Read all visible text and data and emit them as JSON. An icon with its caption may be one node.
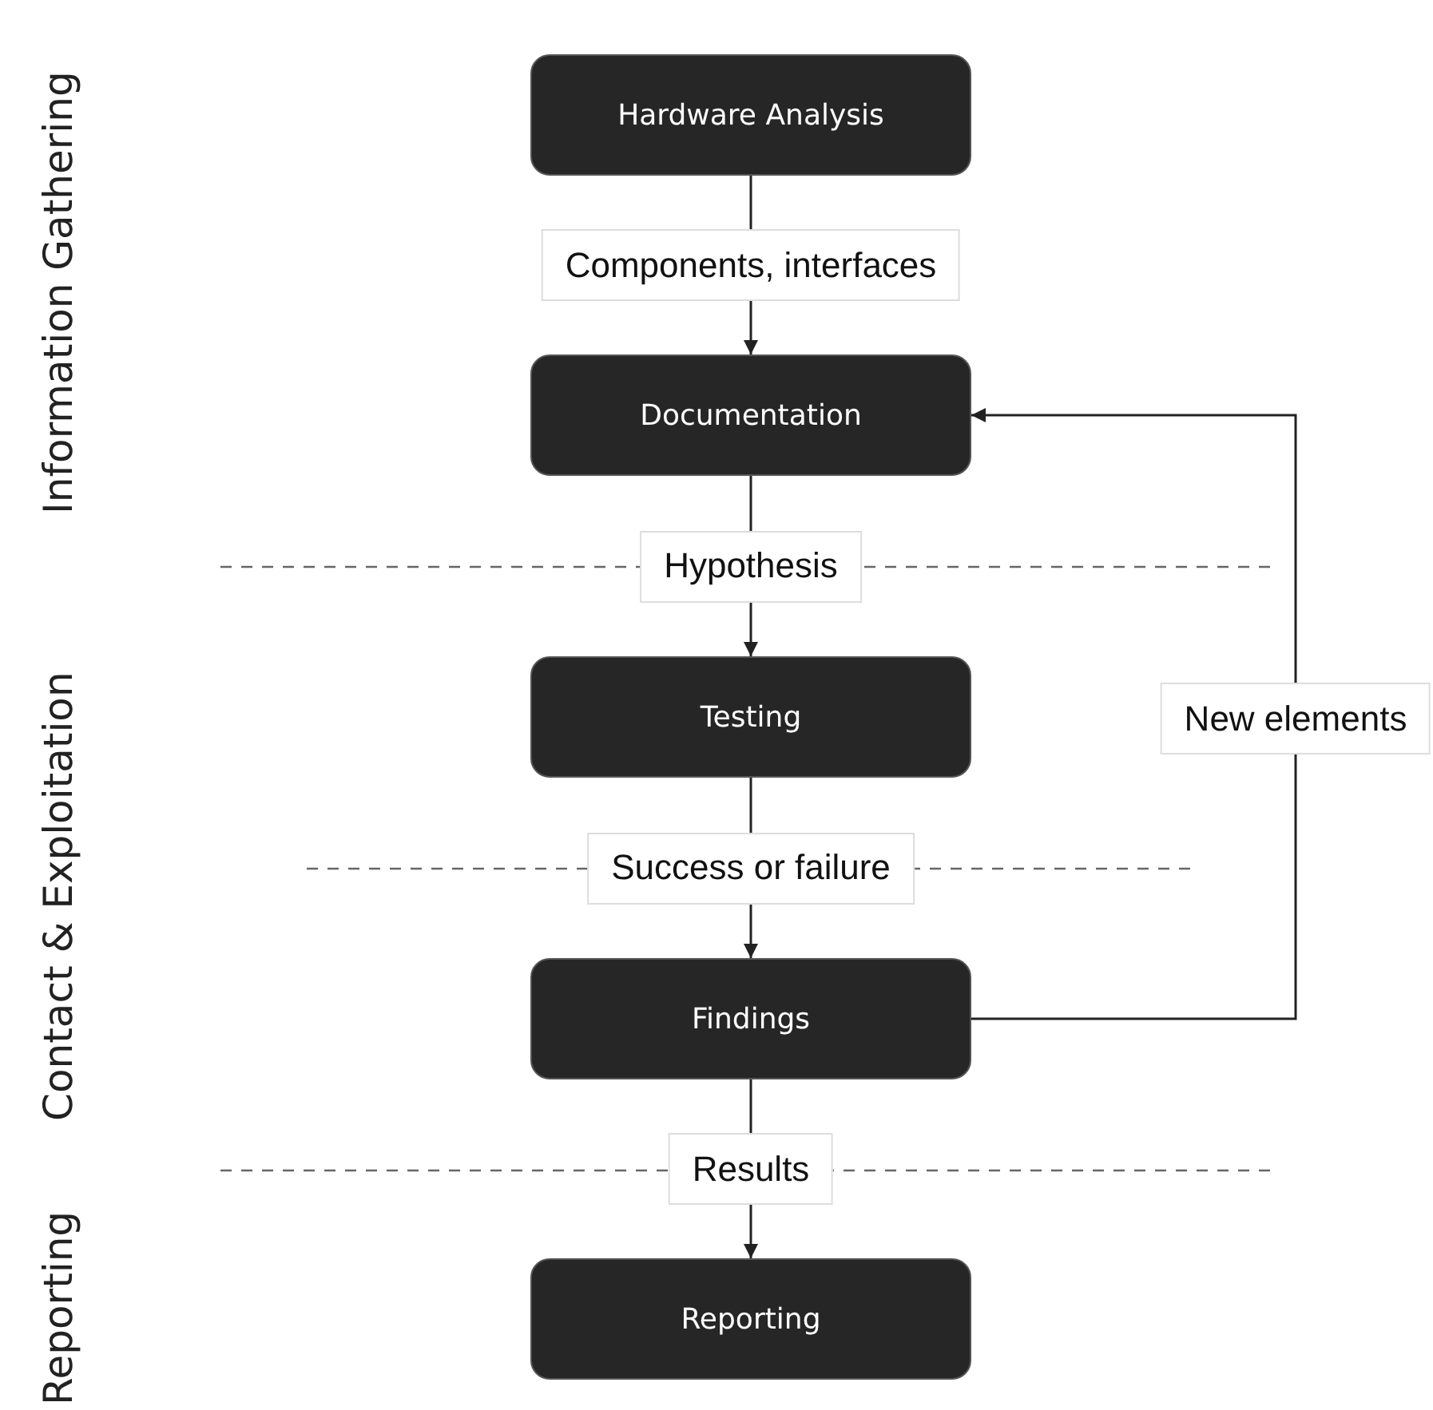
{
  "diagram": {
    "nodes": [
      {
        "text": [
          "Hardware Analysis"
        ]
      },
      {
        "text": [
          "Documentation"
        ]
      },
      {
        "text": [
          "Testing"
        ]
      },
      {
        "text": [
          "Findings"
        ]
      },
      {
        "text": [
          "Reporting"
        ]
      }
    ],
    "edges": [
      {
        "from": 0,
        "to": 1,
        "arrow": "to",
        "label": "Components, interfaces"
      },
      {
        "from": 1,
        "to": 2,
        "arrow": "to",
        "label": "Hypothesis"
      },
      {
        "from": 2,
        "to": 3,
        "arrow": "to",
        "label": "Success or failure"
      },
      {
        "from": 3,
        "to": 4,
        "arrow": "to",
        "label": "Results"
      },
      {
        "from": 3,
        "to": 1,
        "arrow": "to",
        "label": "New elements"
      }
    ],
    "labels": [
      "Information Gathering",
      "Contact & Exploitation",
      "Reporting"
    ]
  }
}
